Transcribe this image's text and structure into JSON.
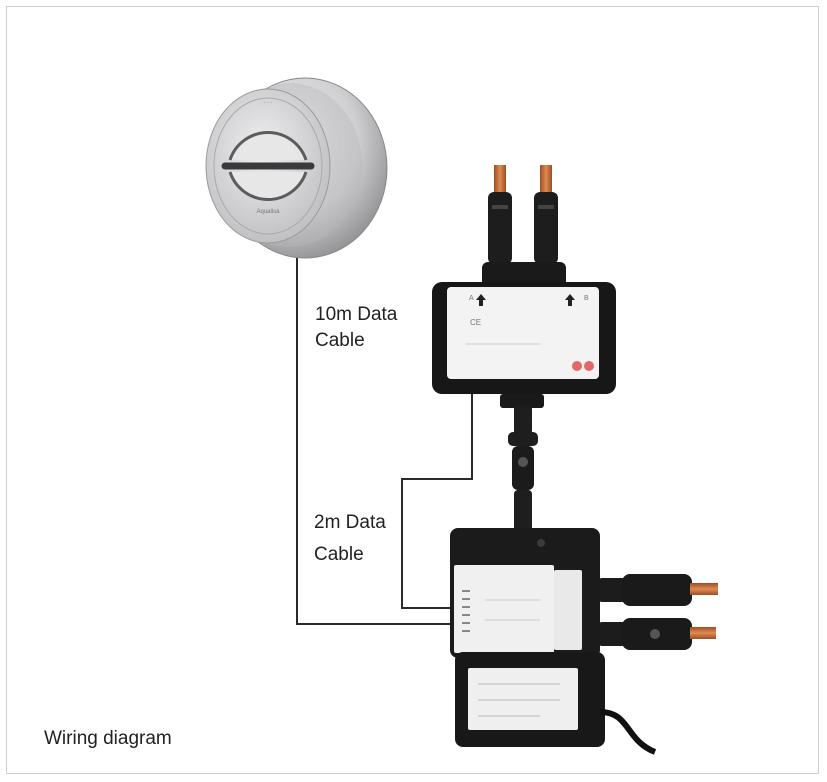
{
  "labels": {
    "cable_10m": [
      "10m Data",
      "Cable"
    ],
    "cable_2m": [
      "2m Data",
      "Cable"
    ]
  },
  "caption": "Wiring diagram",
  "device_labels": {
    "control_brand": "Aqualisa",
    "port_a": "A",
    "port_b": "B",
    "ce_mark": "CE"
  },
  "colors": {
    "cable": "#2a2a2a",
    "chrome": "#c9c9cb",
    "box_dark": "#1c1c1c",
    "box_light": "#f2f2f2",
    "copper": "#c8733f"
  }
}
